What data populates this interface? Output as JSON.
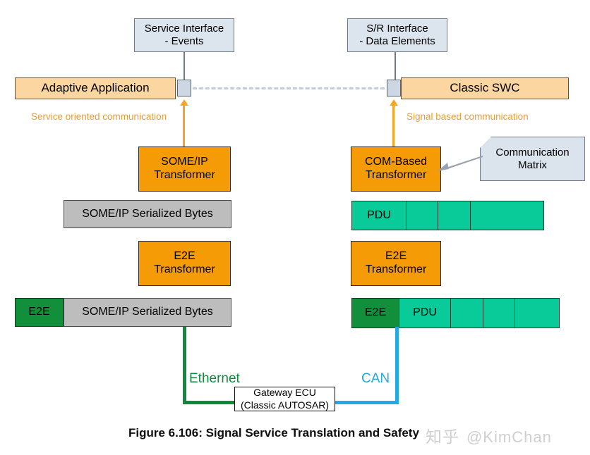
{
  "figure": {
    "caption": "Figure 6.106: Signal Service Translation and Safety",
    "watermark_cn": "知乎",
    "watermark_handle": "@KimChan"
  },
  "colors": {
    "interface_fill": "#dce4ee",
    "application_fill": "#fbd6a0",
    "transformer_fill": "#f59b06",
    "serialized_fill": "#bdbdbd",
    "pdu_fill": "#09cb9a",
    "e2e_fill": "#118f3b",
    "ethernet_line": "#0f8a3c",
    "can_line": "#26a9e0",
    "orange_arrow": "#f6a623",
    "dashed_link": "#c3ccd8"
  },
  "left_stack": {
    "interface": {
      "line1": "Service Interface",
      "line2": "- Events"
    },
    "application": "Adaptive Application",
    "communication_label": "Service oriented communication",
    "transformer": {
      "line1": "SOME/IP",
      "line2": "Transformer"
    },
    "serialized": "SOME/IP Serialized Bytes",
    "e2e_transformer": {
      "line1": "E2E",
      "line2": "Transformer"
    },
    "protected": {
      "e2e": "E2E",
      "payload": "SOME/IP Serialized Bytes"
    },
    "bus_label": "Ethernet"
  },
  "right_stack": {
    "interface": {
      "line1": "S/R Interface",
      "line2": "- Data Elements"
    },
    "application": "Classic SWC",
    "communication_label": "Signal based communication",
    "transformer": {
      "line1": "COM-Based",
      "line2": "Transformer"
    },
    "note": {
      "line1": "Communication",
      "line2": "Matrix"
    },
    "pdu_row": {
      "segments": [
        "PDU",
        "",
        "",
        ""
      ]
    },
    "e2e_transformer": {
      "line1": "E2E",
      "line2": "Transformer"
    },
    "protected": {
      "e2e": "E2E",
      "segments": [
        "PDU",
        "",
        "",
        ""
      ]
    },
    "bus_label": "CAN"
  },
  "gateway": {
    "line1": "Gateway ECU",
    "line2": "(Classic AUTOSAR)"
  }
}
